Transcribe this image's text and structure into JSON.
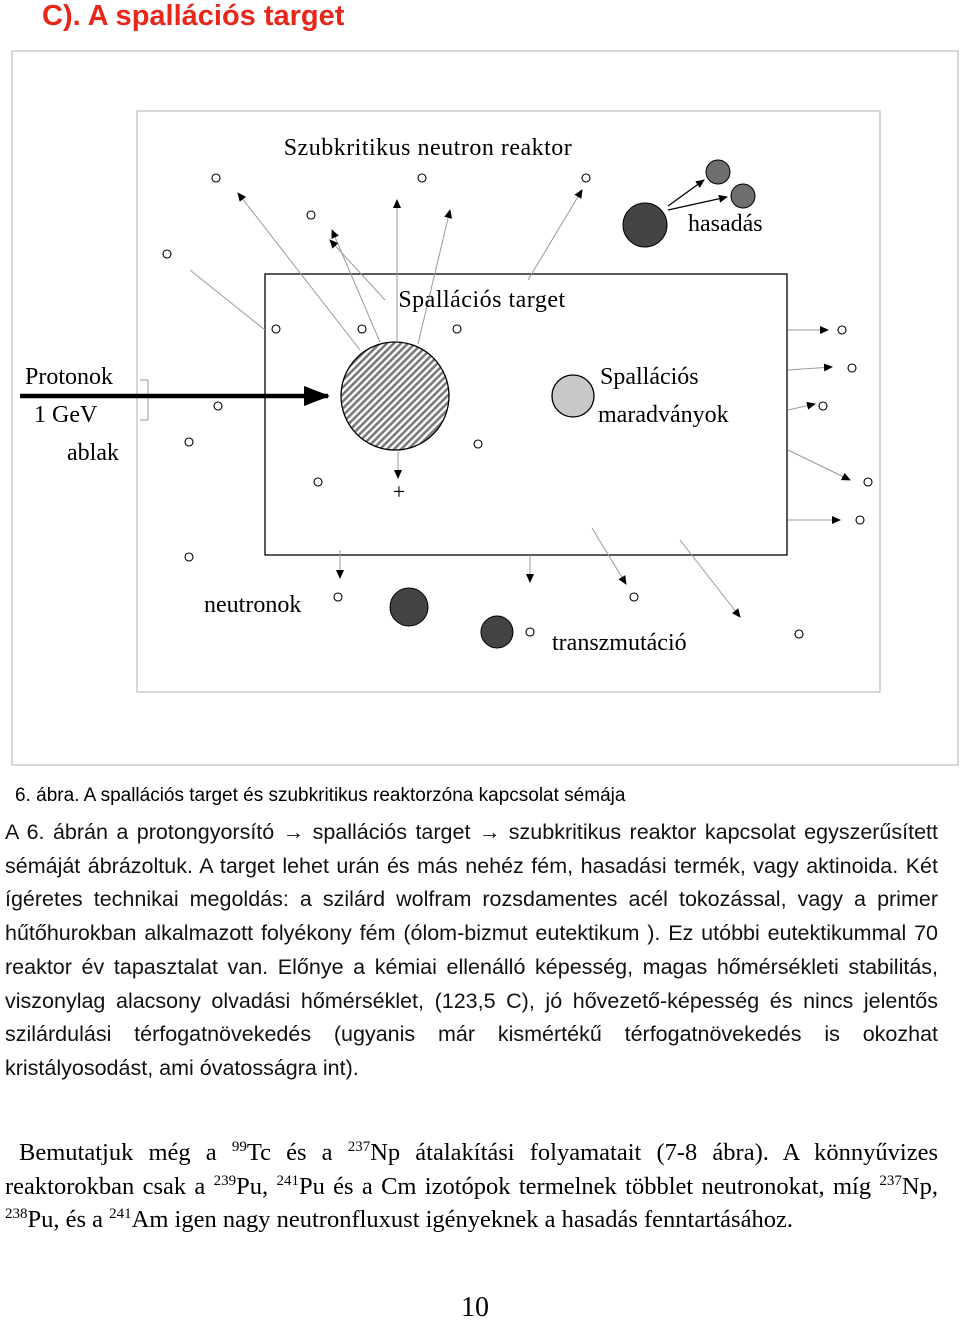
{
  "heading": "C).  A spallációs target",
  "figure": {
    "title_reactor": "Szubkritikus neutron reaktor",
    "title_target": "Spallációs  target",
    "label_hasadas": "hasadás",
    "label_protonok": "Protonok",
    "label_gev": "1 GeV",
    "label_ablak": "ablak",
    "label_spall_1": "Spallációs",
    "label_spall_2": "maradványok",
    "label_plus": "+",
    "label_neutronok": "neutronok",
    "label_transz": "transzmutáció",
    "colors": {
      "grey_sphere": "#6e6e6e",
      "light_sphere": "#c8c8c8",
      "dark_sphere": "#444444",
      "hatch_sphere": "#8c8c8c",
      "frame": "#bdbdbd"
    }
  },
  "caption": "6. ábra. A spallációs target és szubkritikus reaktorzóna  kapcsolat sémája",
  "para1": "A  6. ábrán a protongyorsító → spallációs target → szubkritikus reaktor kapcsolat egyszerűsített sémáját ábrázoltuk. A target lehet urán és más nehéz fém, hasadási termék, vagy aktinoida. Két ígéretes technikai megoldás: a szilárd wolfram rozsdamentes acél tokozással, vagy a primer hűtőhurokban alkalmazott folyékony fém (ólom-bizmut eutektikum ). Ez utóbbi eutektikummal 70 reaktor év tapasztalat van. Előnye a kémiai ellenálló képesség, magas hőmérsékleti stabilitás, viszonylag alacsony olvadási hőmérséklet, (123,5 C), jó hővezető-képesség és nincs jelentős szilárdulási térfogatnövekedés (ugyanis már kismértékű térfogatnövekedés is okozhat kristályosodást, ami óvatosságra int).",
  "para2": {
    "t1": "Bemutatjuk még a ",
    "s1": "99",
    "t2": "Tc és a ",
    "s2": "237",
    "t3": "Np átalakítási folyamatait (7-8 ábra).  A könnyűvizes reaktorokban csak a ",
    "s3": "239",
    "t4": "Pu, ",
    "s4": "241",
    "t5": "Pu és a Cm izotópok termelnek többlet neutronokat, míg ",
    "s5": "237",
    "t6": "Np, ",
    "s6": "238",
    "t7": "Pu, és a ",
    "s7": "241",
    "t8": "Am igen nagy neutronfluxust igényeknek a hasadás fenntartásához."
  },
  "page_number": "10"
}
